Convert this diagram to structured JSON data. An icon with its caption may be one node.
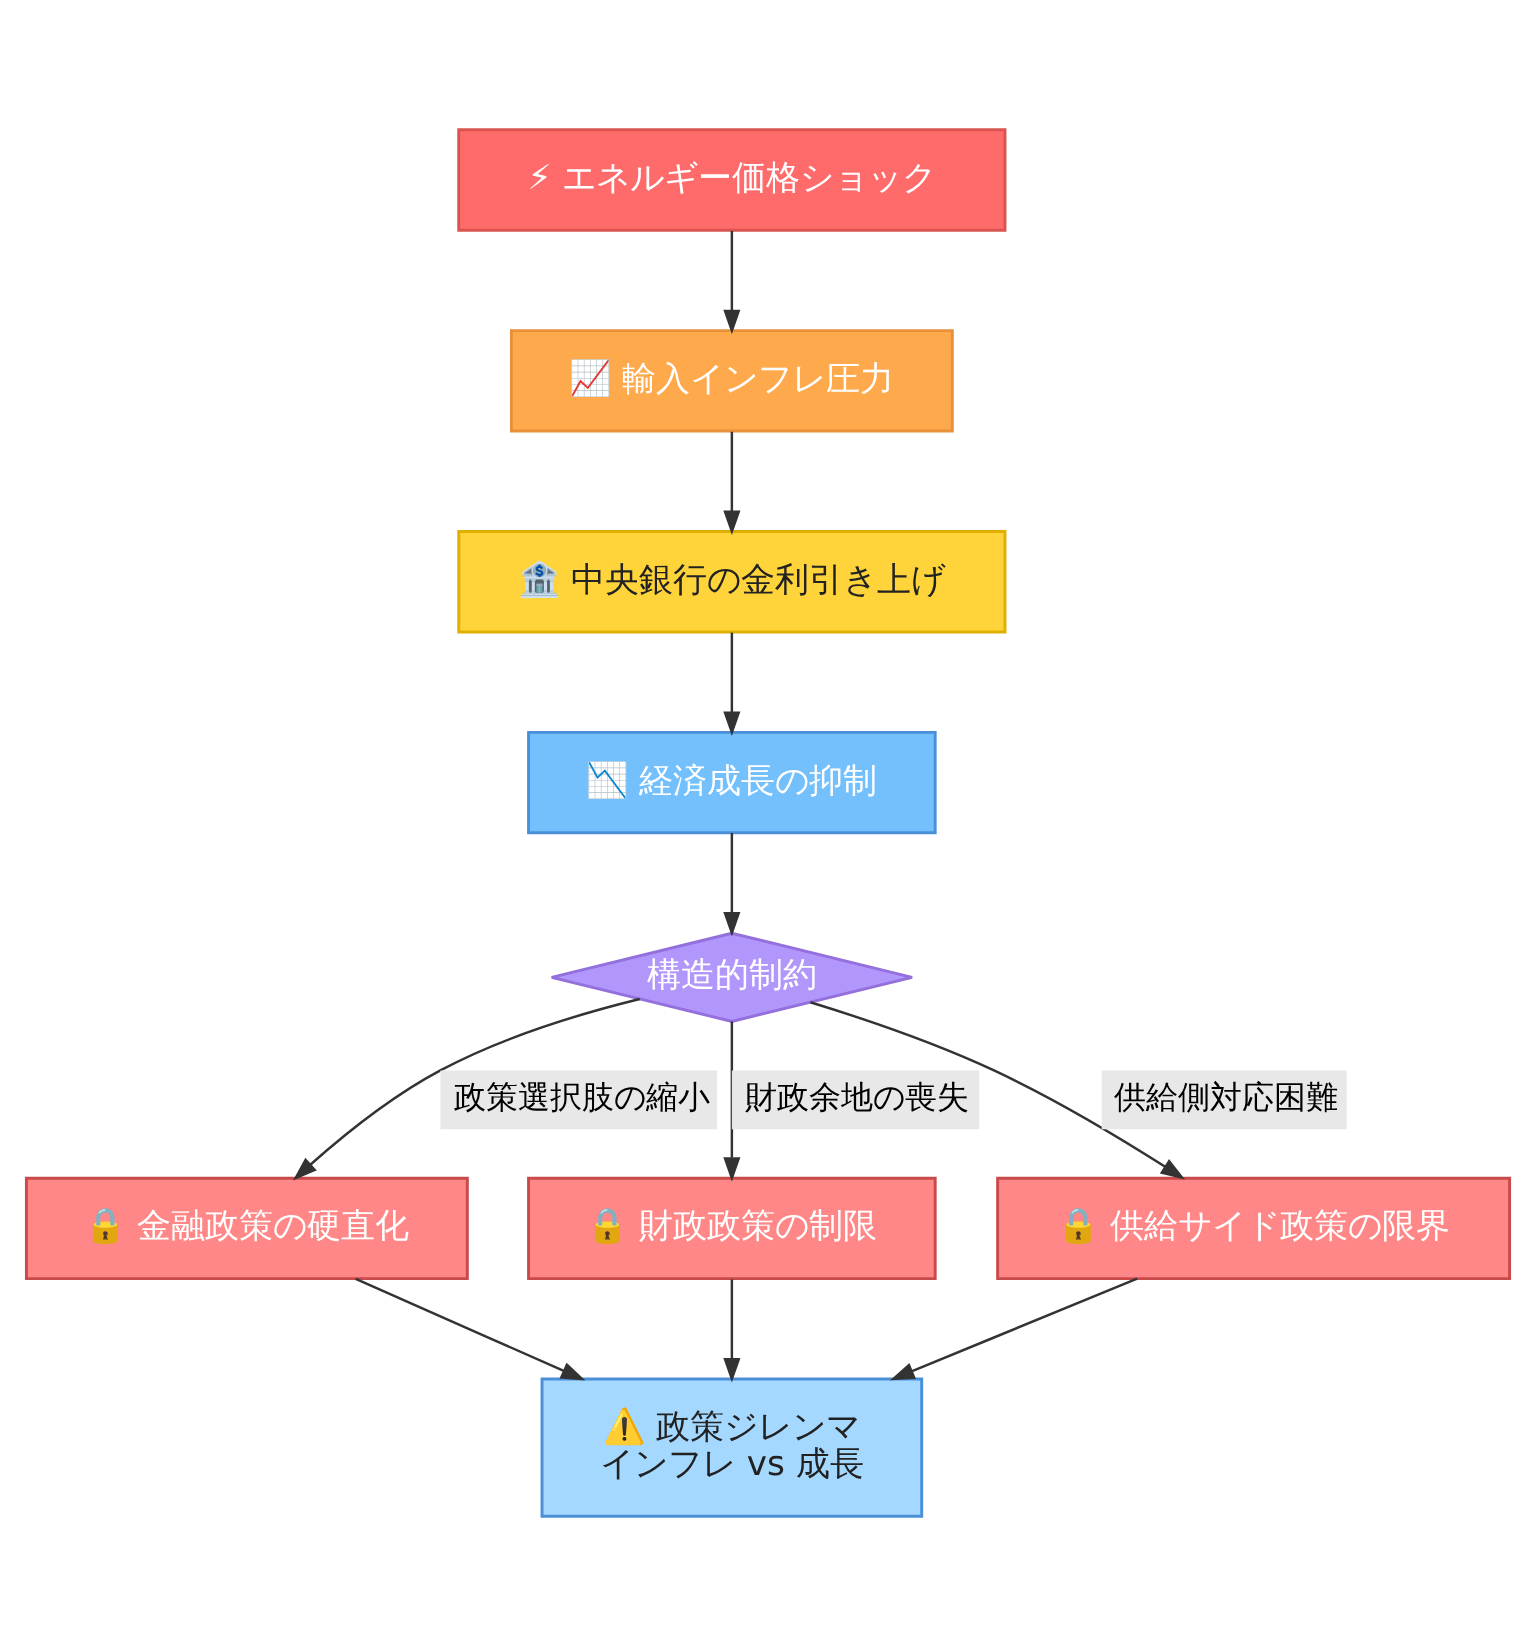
{
  "diagram": {
    "nodes": [
      {
        "text": [
          "⚡ エネルギー価格ショック"
        ]
      },
      {
        "text": [
          "📈 輸入インフレ圧力"
        ]
      },
      {
        "text": [
          "🏦 中央銀行の金利引き上げ"
        ]
      },
      {
        "text": [
          "📉 経済成長の抑制"
        ]
      },
      {
        "text": [
          "構造的制約"
        ]
      },
      {
        "text": [
          "🔒 金融政策の硬直化"
        ]
      },
      {
        "text": [
          "🔒 財政政策の制限"
        ]
      },
      {
        "text": [
          "🔒 供給サイド政策の限界"
        ]
      },
      {
        "text": [
          "⚠️ 政策ジレンマ",
          "インフレ vs 成長"
        ]
      }
    ],
    "edges": [
      {
        "from": 0,
        "to": 1,
        "arrow": "to"
      },
      {
        "from": 1,
        "to": 2,
        "arrow": "to"
      },
      {
        "from": 2,
        "to": 3,
        "arrow": "to"
      },
      {
        "from": 3,
        "to": 4,
        "arrow": "to"
      },
      {
        "from": 4,
        "to": 5,
        "arrow": "to",
        "label": "政策選択肢の縮小"
      },
      {
        "from": 4,
        "to": 6,
        "arrow": "to",
        "label": "財政余地の喪失"
      },
      {
        "from": 4,
        "to": 7,
        "arrow": "to",
        "label": "供給側対応困難"
      },
      {
        "from": 5,
        "to": 8,
        "arrow": "to"
      },
      {
        "from": 6,
        "to": 8,
        "arrow": "to"
      },
      {
        "from": 7,
        "to": 8,
        "arrow": "to"
      }
    ]
  }
}
